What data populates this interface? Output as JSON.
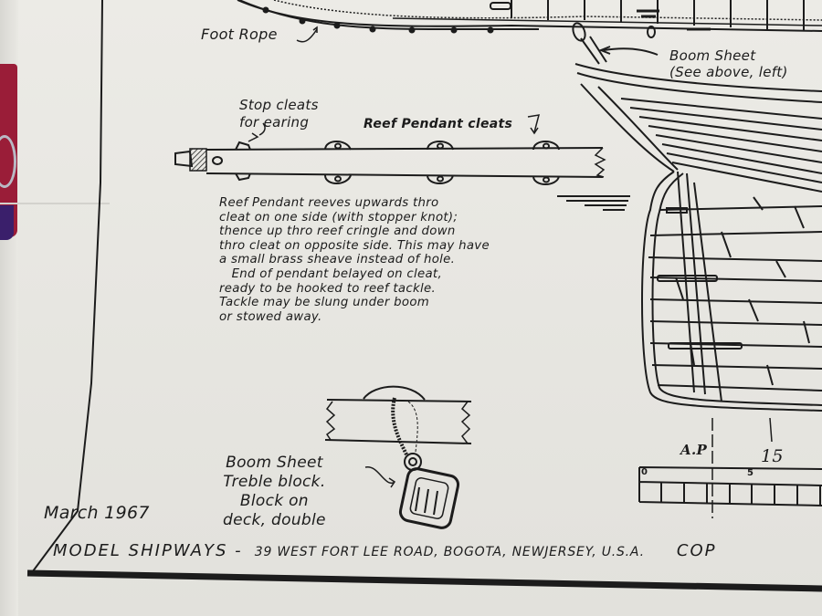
{
  "document": {
    "type": "Ship model rigging plan sheet (photographed)",
    "background_color": "#e9e8e3",
    "ink_color": "#1c1c1c"
  },
  "labels": {
    "foot_rope": "Foot Rope",
    "boom_sheet_top": "Boom Sheet\n(See above, left)",
    "stop_cleats": "Stop cleats\nfor earing",
    "reef_pendant_cleats": "Reef Pendant cleats",
    "boom_sheet_block": "Boom Sheet\nTreble block.\nBlock on\ndeck, double",
    "date": "March 1967"
  },
  "notes": {
    "reef_pendant": "Reef Pendant reeves upwards thro\ncleat on one side (with stopper knot);\nthence up thro reef cringle and down\nthro cleat on opposite side. This may have\na small brass sheave instead of hole.\n   End of pendant belayed on cleat,\nready to be hooked to reef tackle.\nTackle may be slung under boom\nor stowed away."
  },
  "scale": {
    "ap_label": "A.P",
    "station_label": "15",
    "ruler_ticks": [
      "0",
      "5"
    ]
  },
  "footer": {
    "company": "MODEL SHIPWAYS -",
    "address": "39 WEST FORT LEE ROAD, BOGOTA, NEWJERSEY, U.S.A.",
    "copyright_partial": "COP"
  }
}
